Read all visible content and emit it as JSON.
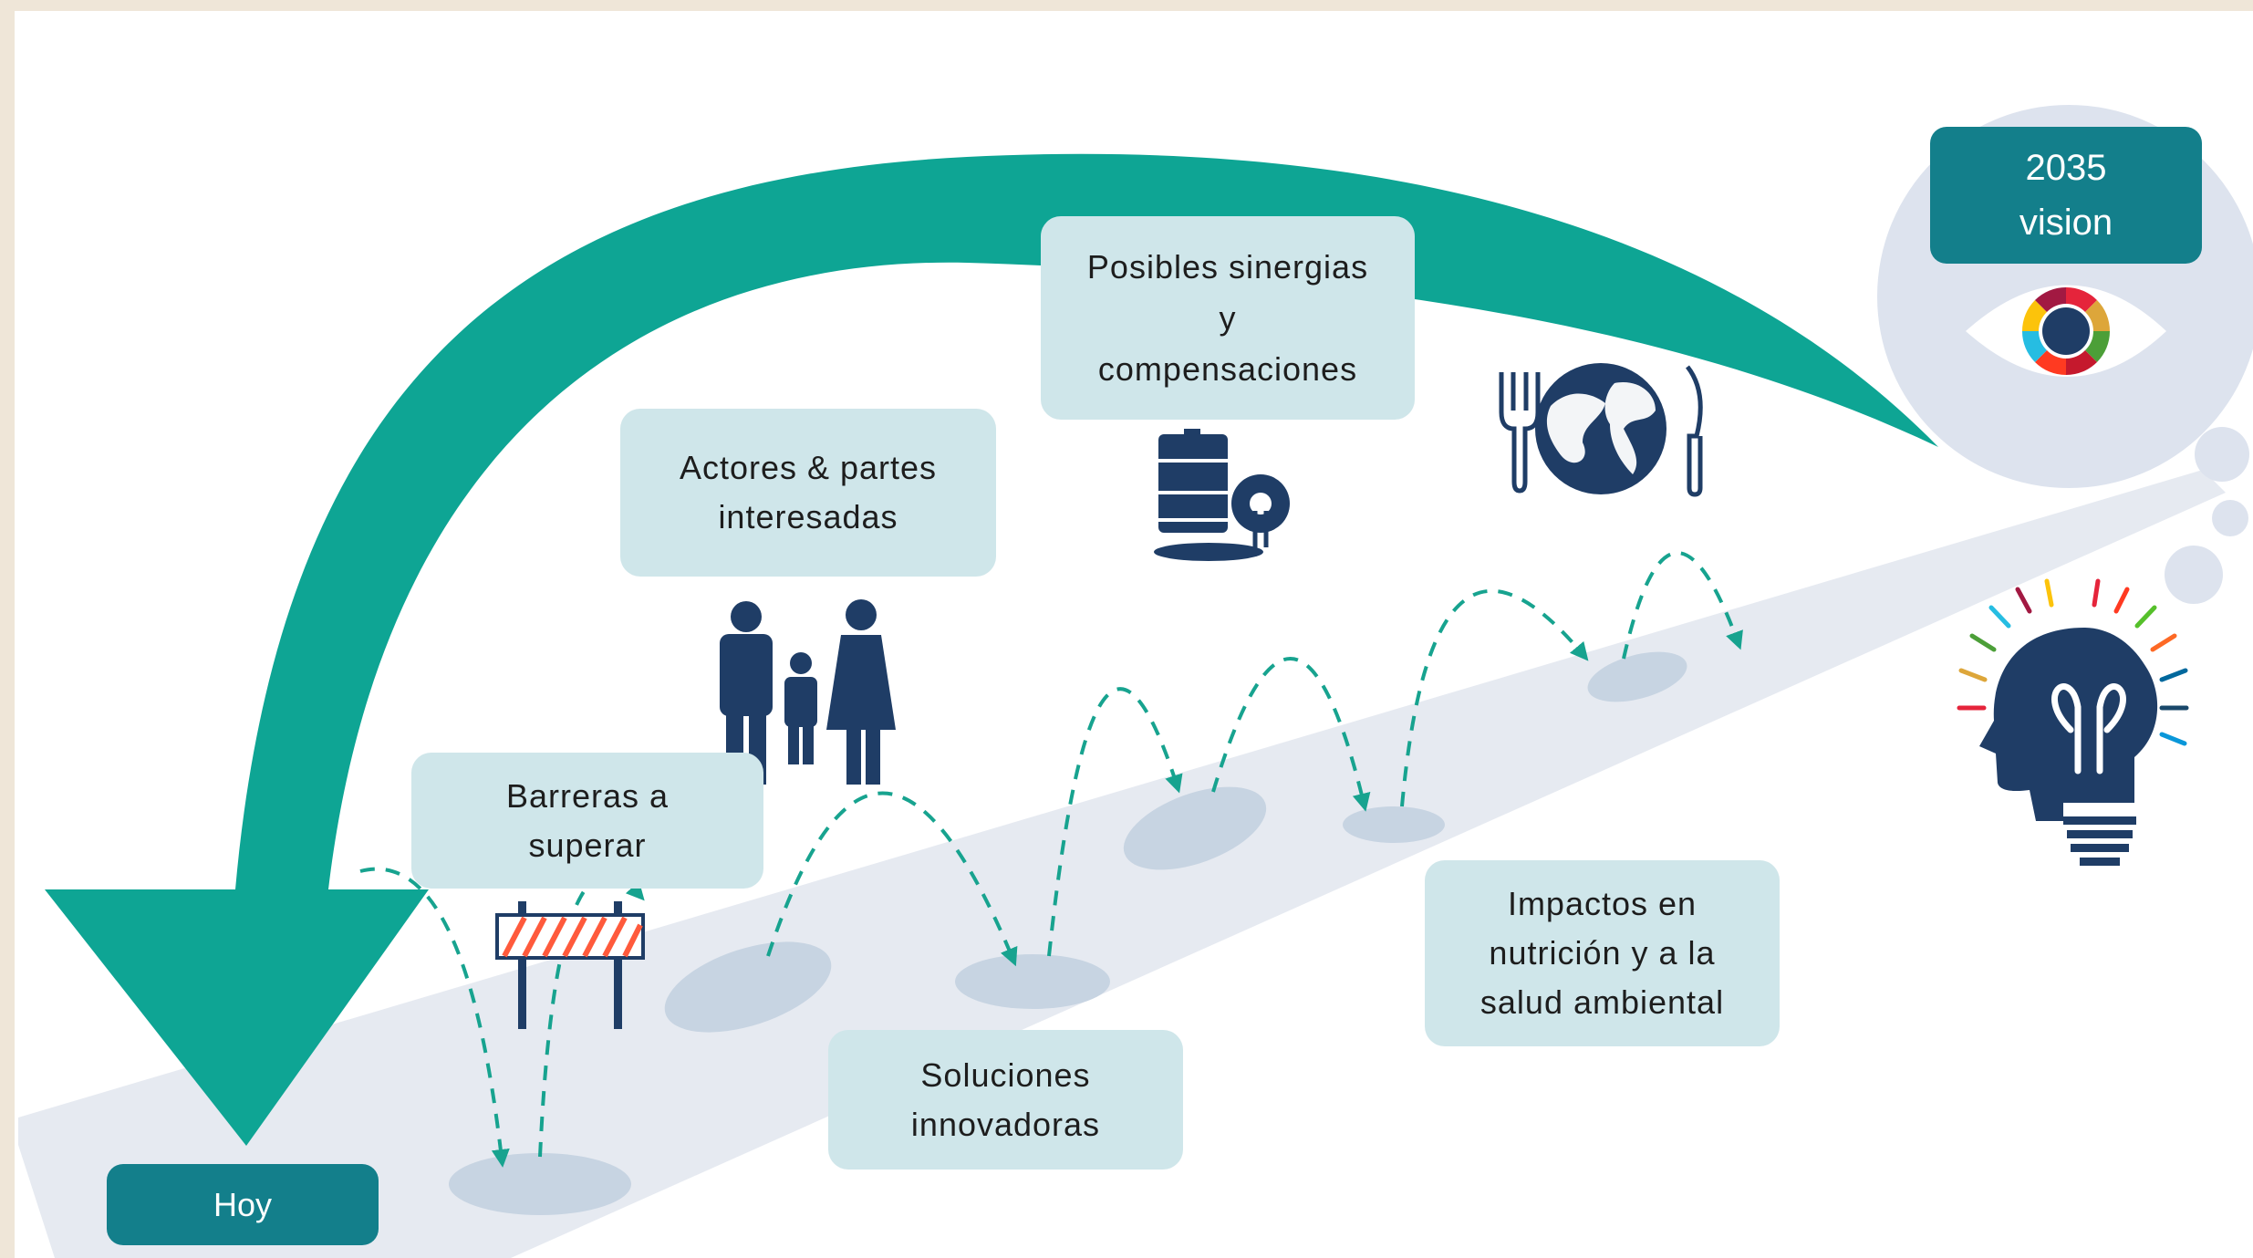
{
  "start": {
    "label": "Hoy"
  },
  "vision": {
    "line1": "2035",
    "line2": "vision"
  },
  "steps": [
    {
      "id": "barreras",
      "lines": [
        "Barreras a",
        "superar"
      ],
      "icon": "roadblock-icon"
    },
    {
      "id": "actores",
      "lines": [
        "Actores & partes",
        "interesadas"
      ],
      "icon": "family-icon"
    },
    {
      "id": "sinergias",
      "lines": [
        "Posibles sinergias",
        "y",
        "compensaciones"
      ],
      "icon": "oil-barrel-icon"
    },
    {
      "id": "soluciones",
      "lines": [
        "Soluciones",
        "innovadoras"
      ],
      "icon": "footprints-icon"
    },
    {
      "id": "impactos",
      "lines": [
        "Impactos en",
        "nutrición y a la",
        "salud ambiental"
      ],
      "icon": "globe-plate-icon"
    }
  ],
  "colors": {
    "teal": "#0ea594",
    "dark_teal": "#137f8b",
    "light_box": "#cfe6ea",
    "navy": "#1f3d66",
    "path": "#e6eaf1",
    "footprint": "#c7d4e2"
  },
  "icons": [
    "eye-icon",
    "lightbulb-head-icon",
    "thought-bubble-icon",
    "curved-arrow-icon"
  ]
}
